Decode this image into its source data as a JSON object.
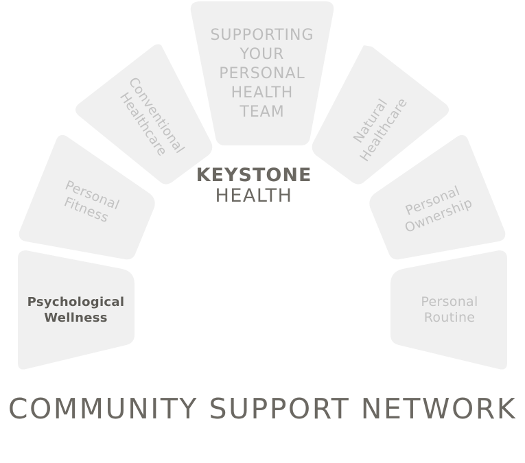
{
  "brand": {
    "line1": "KEYSTONE",
    "line2": "HEALTH"
  },
  "footer_title": "COMMUNITY SUPPORT NETWORK",
  "colors": {
    "segment": "#f0f0f0",
    "segment_active": "#d4dedf",
    "label": "#c2c2c2",
    "label_active": "#5d5b56",
    "brand": "#6b6862"
  },
  "segments": [
    {
      "lines": [
        "Psychological",
        "Wellness"
      ],
      "active": true
    },
    {
      "lines": [
        "Personal",
        "Fitness"
      ],
      "active": false
    },
    {
      "lines": [
        "Conventional",
        "Healthcare"
      ],
      "active": false
    },
    {
      "lines": [
        "SUPPORTING",
        "YOUR",
        "PERSONAL",
        "HEALTH",
        "TEAM"
      ],
      "active": false
    },
    {
      "lines": [
        "Natural",
        "Healthcare"
      ],
      "active": false
    },
    {
      "lines": [
        "Personal",
        "Ownership"
      ],
      "active": false
    },
    {
      "lines": [
        "Personal",
        "Routine"
      ],
      "active": false
    }
  ]
}
